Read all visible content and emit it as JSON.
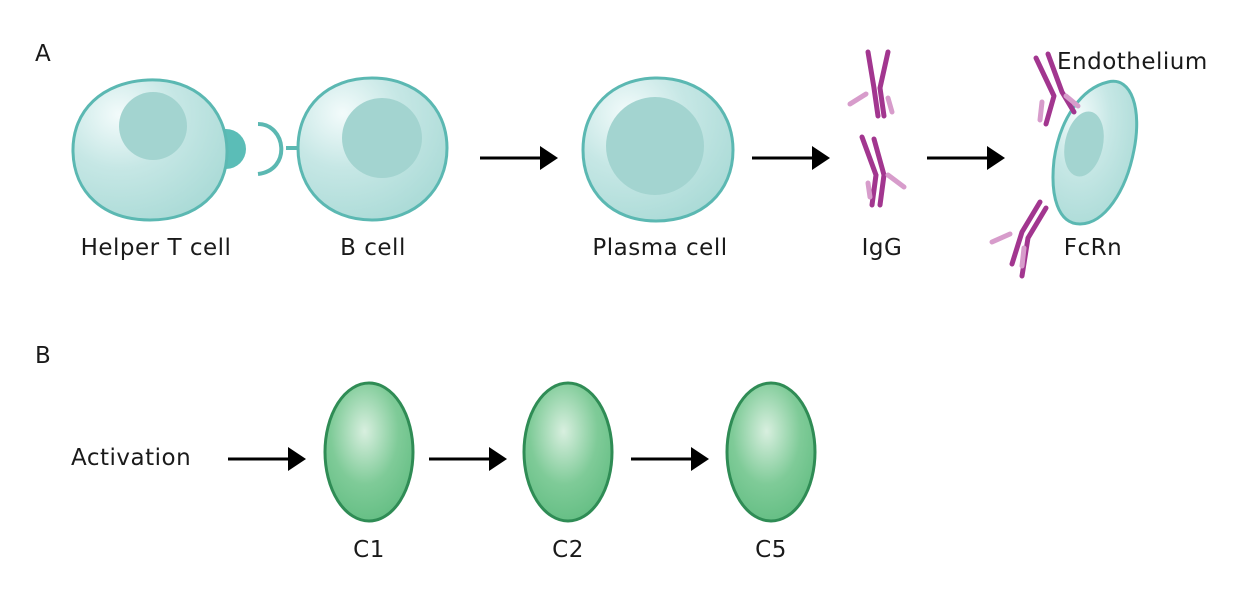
{
  "panels": {
    "a": "A",
    "b": "B"
  },
  "panel_a": {
    "helper_t": "Helper T cell",
    "b_cell": "B cell",
    "plasma": "Plasma cell",
    "igg": "IgG",
    "endothelium": "Endothelium",
    "fcrn": "FcRn"
  },
  "panel_b": {
    "activation": "Activation",
    "c1": "C1",
    "c2": "C2",
    "c5": "C5"
  },
  "colors": {
    "cell_fill": "#c3e6e4",
    "cell_stroke": "#5bb8b2",
    "nucleus": "#9fd3cf",
    "antibody_dark": "#a2368f",
    "antibody_light": "#d79ccb",
    "complement_fill": "#6cc48a",
    "complement_stroke": "#2f8c55"
  }
}
